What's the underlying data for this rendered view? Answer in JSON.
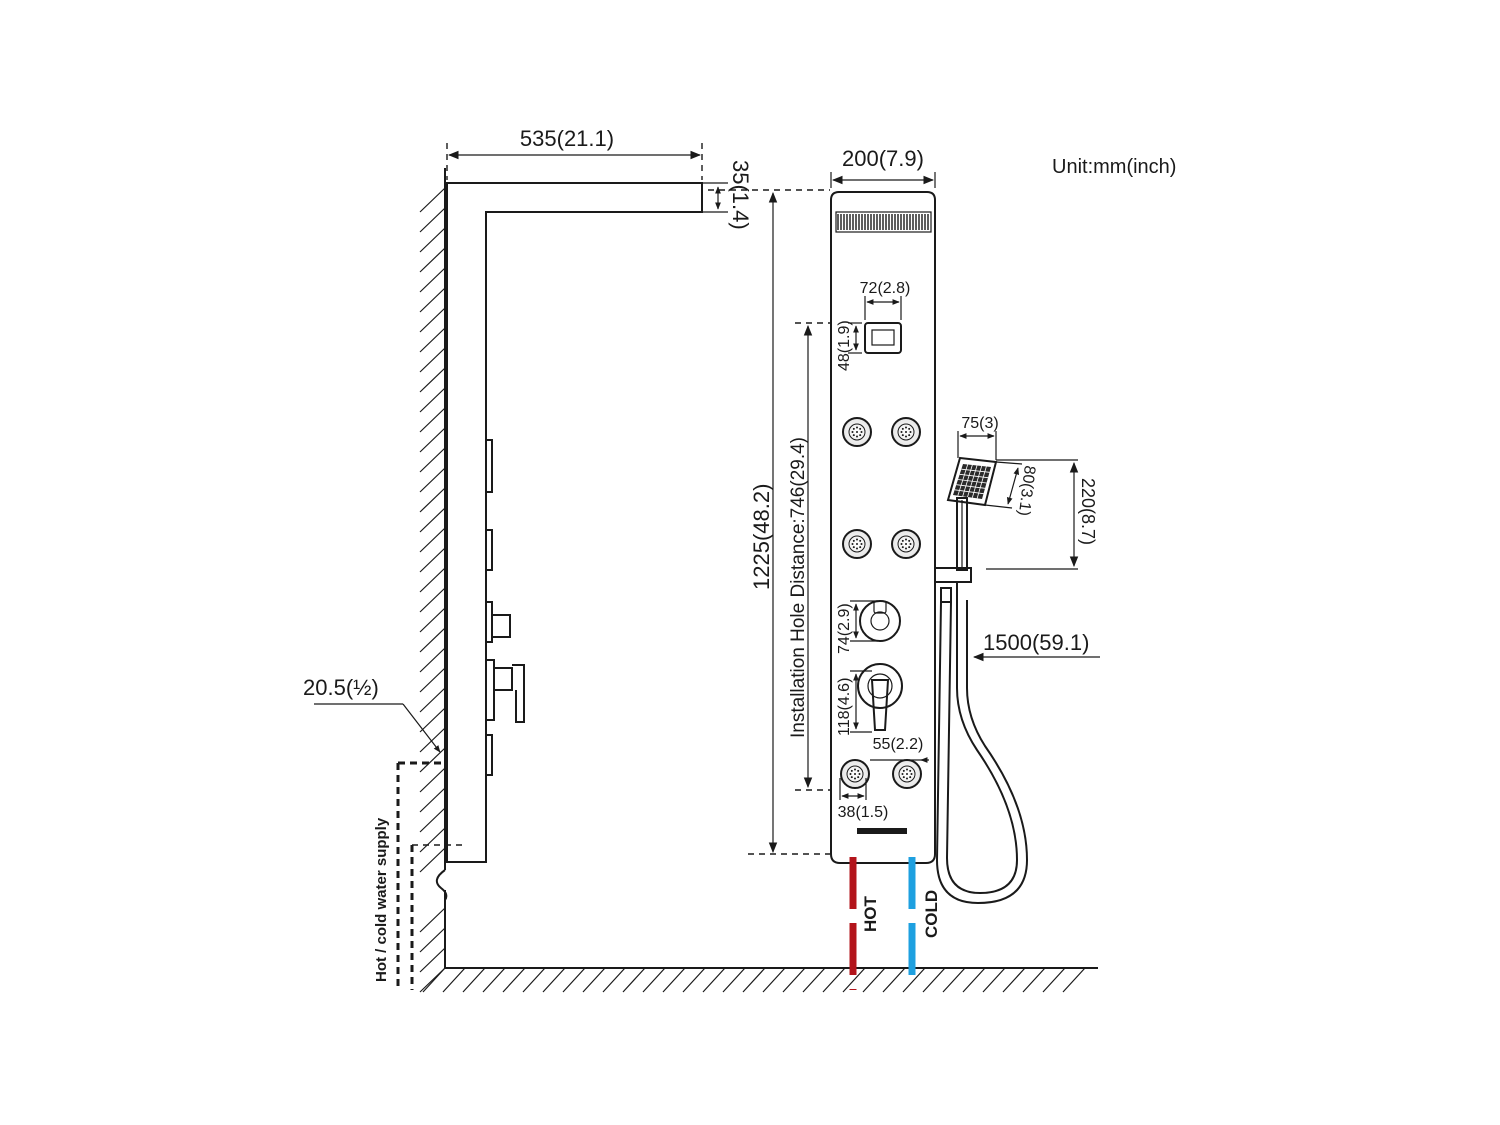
{
  "unit_label": "Unit:mm(inch)",
  "dimensions": {
    "shower_arm_length": "535(21.1)",
    "shower_arm_height": "35(1.4)",
    "panel_width": "200(7.9)",
    "total_height": "1225(48.2)",
    "installation_hole_distance": "Installation Hole Distance:746(29.4)",
    "display_width": "72(2.8)",
    "display_height": "48(1.9)",
    "handshower_width": "75(3)",
    "handshower_head": "80(3.1)",
    "handshower_height": "220(8.7)",
    "hose_length": "1500(59.1)",
    "knob_diameter": "74(2.9)",
    "lever_height": "118(4.6)",
    "jet_spacing": "55(2.2)",
    "jet_diameter": "38(1.5)",
    "inlet_thread": "20.5(½)"
  },
  "labels": {
    "supply": "Hot / cold water supply",
    "hot": "HOT",
    "cold": "COLD"
  },
  "colors": {
    "hot": "#b3141b",
    "cold": "#1ea0e0",
    "line": "#1a1a1a"
  }
}
